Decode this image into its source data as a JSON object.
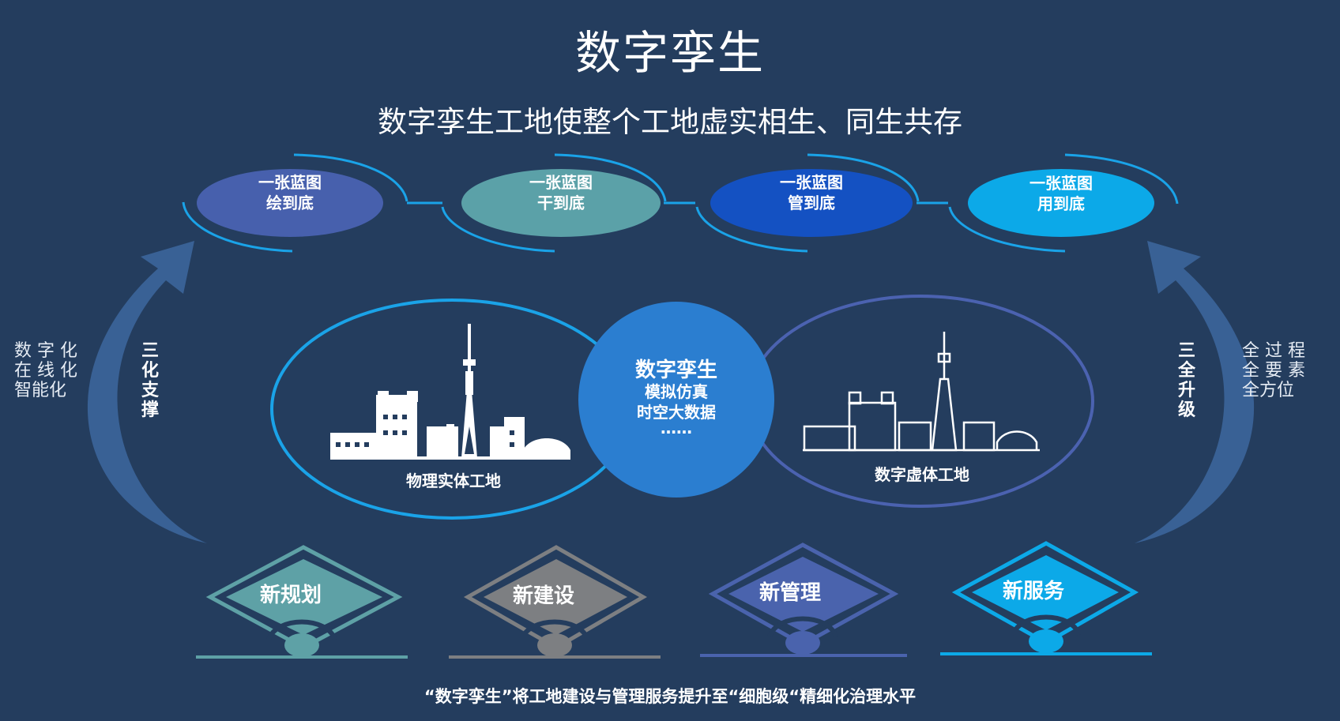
{
  "title": "数字孪生",
  "subtitle": "数字孪生工地使整个工地虚实相生、同生共存",
  "blueprints": [
    {
      "line1": "一张蓝图",
      "line2": "绘到底",
      "color": "#4760ad"
    },
    {
      "line1": "一张蓝图",
      "line2": "干到底",
      "color": "#5ba1a8"
    },
    {
      "line1": "一张蓝图",
      "line2": "管到底",
      "color": "#1451c2"
    },
    {
      "line1": "一张蓝图",
      "line2": "用到底",
      "color": "#0ca9e8"
    }
  ],
  "left_side": {
    "lines": [
      "数 字 化",
      "在 线 化",
      "智能化"
    ],
    "vertical_label": [
      "三",
      "化",
      "支",
      "撑"
    ]
  },
  "right_side": {
    "lines": [
      "全 过 程",
      "全 要 素",
      "全方位"
    ],
    "vertical_label": [
      "三",
      "全",
      "升",
      "级"
    ]
  },
  "center": {
    "title": "数字孪生",
    "lines": [
      "模拟仿真",
      "时空大数据",
      "……"
    ]
  },
  "physical_caption": "物理实体工地",
  "virtual_caption": "数字虚体工地",
  "diamonds": [
    {
      "label": "新规划",
      "color": "#5ea1a6"
    },
    {
      "label": "新建设",
      "color": "#7d7f82"
    },
    {
      "label": "新管理",
      "color": "#4a63ad"
    },
    {
      "label": "新服务",
      "color": "#0ca9e8"
    }
  ],
  "footer": "“数字孪生”将工地建设与管理服务提升至“细胞级“精细化治理水平",
  "colors": {
    "background": "#243d5e",
    "accent": "#1aa3e8",
    "center": "#2b7ed0"
  }
}
